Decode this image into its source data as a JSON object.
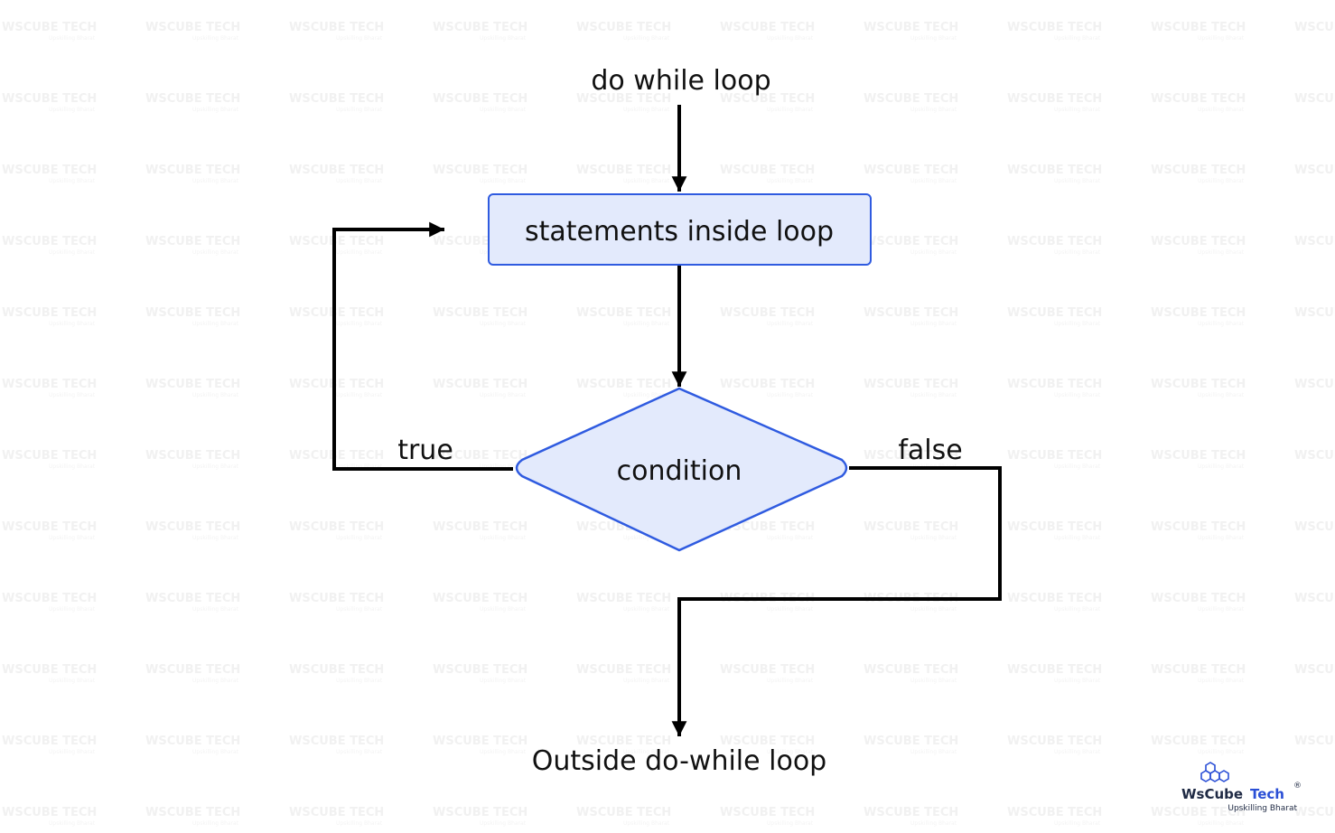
{
  "diagram": {
    "start_label": "do while loop",
    "process_label": "statements inside loop",
    "decision_label": "condition",
    "true_label": "true",
    "false_label": "false",
    "end_label": "Outside do-while loop"
  },
  "brand": {
    "name": "WsCube Tech",
    "name_part1": "WsCube",
    "name_part2": "Tech",
    "registered_mark": "®",
    "tagline": "Upskilling Bharat",
    "watermark_text": "WsCube Tech",
    "watermark_tagline": "Upskilling Bharat"
  },
  "colors": {
    "process_fill": "#e3eafc",
    "process_stroke": "#2f5be0",
    "decision_fill": "#e3eafc",
    "decision_stroke": "#2f5be0",
    "arrow": "#000000",
    "text": "#111111",
    "brand_blue": "#2a4fd6",
    "brand_dark": "#1f2a44"
  }
}
